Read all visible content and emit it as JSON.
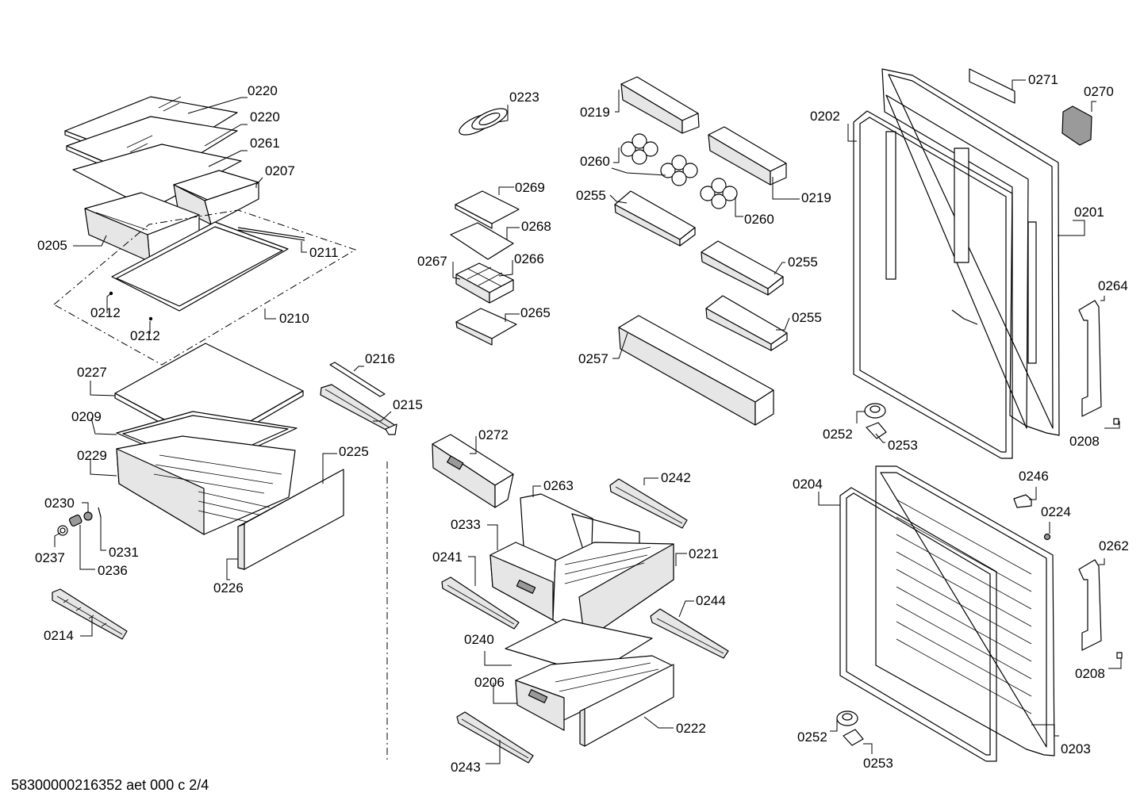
{
  "footer": "58300000216352 aet 000 c 2/4",
  "labels": [
    "0220",
    "0220",
    "0261",
    "0207",
    "0205",
    "0211",
    "0212",
    "0212",
    "0210",
    "0227",
    "0216",
    "0209",
    "0215",
    "0229",
    "0225",
    "0230",
    "0237",
    "0231",
    "0236",
    "0226",
    "0214",
    "0223",
    "0269",
    "0268",
    "0267",
    "0266",
    "0265",
    "0272",
    "0263",
    "0242",
    "0233",
    "0241",
    "0221",
    "0244",
    "0240",
    "0206",
    "0222",
    "0243",
    "0219",
    "0260",
    "0219",
    "0255",
    "0260",
    "0255",
    "0255",
    "0257",
    "0271",
    "0270",
    "0202",
    "0201",
    "0264",
    "0252",
    "0253",
    "0208",
    "0204",
    "0246",
    "0224",
    "0262",
    "0208",
    "0252",
    "0203",
    "0253"
  ]
}
